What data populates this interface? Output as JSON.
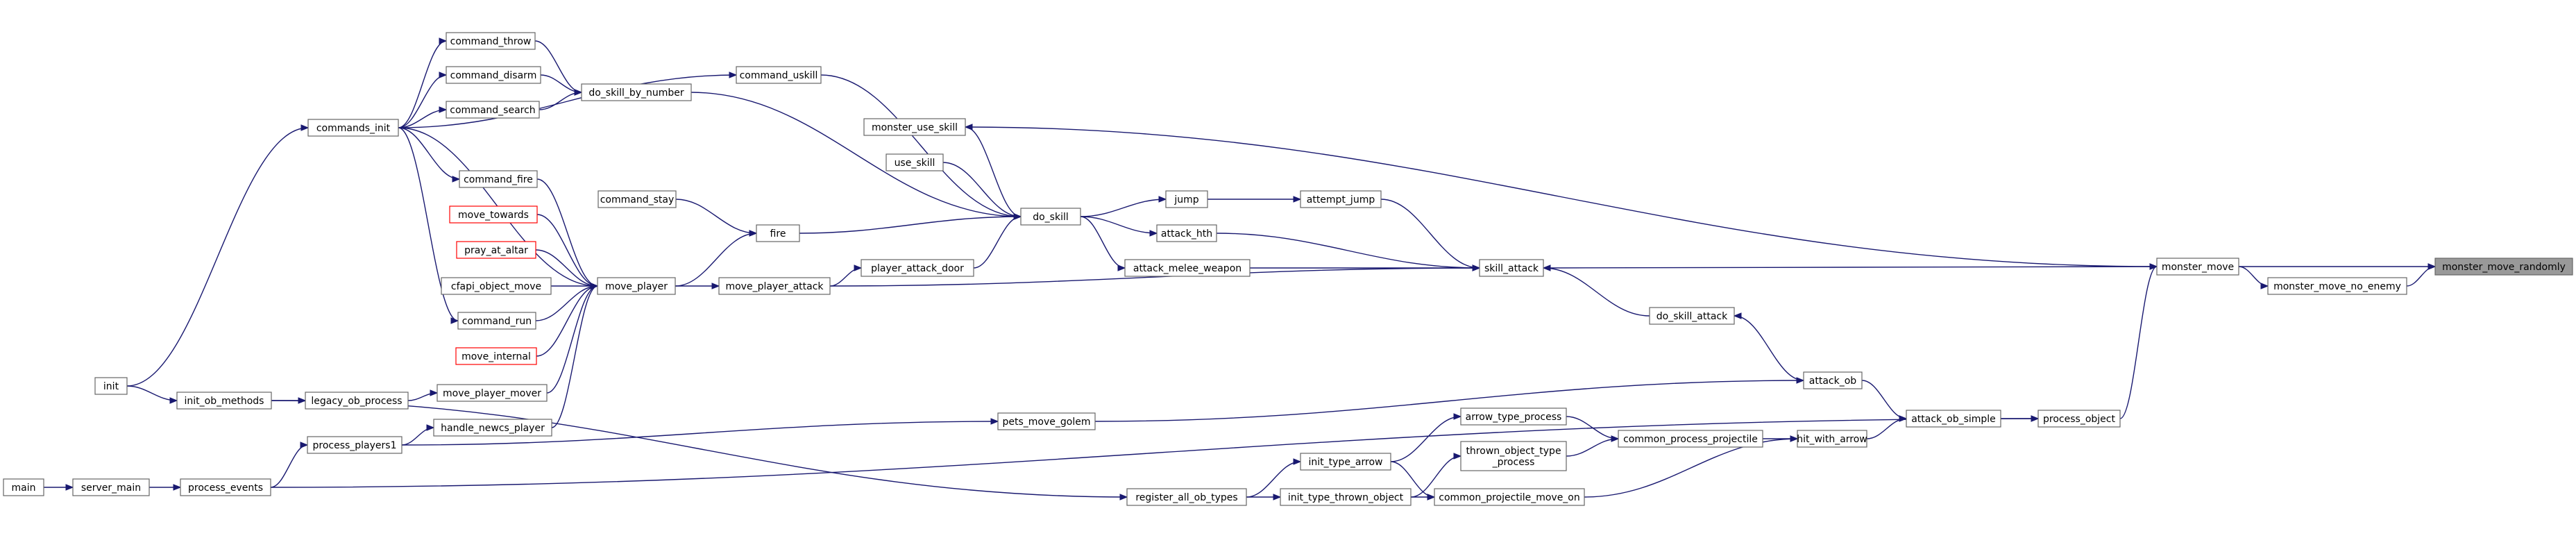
{
  "graph": {
    "title": "",
    "colors": {
      "edge": "#191970",
      "node_border": "#666666",
      "missing_border": "#ff0000",
      "focus_fill": "#999999"
    },
    "nodes": [
      {
        "id": "monster_move_randomly",
        "lines": [
          "monster_move_randomly"
        ],
        "style": "focus"
      },
      {
        "id": "monster_move",
        "lines": [
          "monster_move"
        ]
      },
      {
        "id": "monster_move_no_enemy",
        "lines": [
          "monster_move_no_enemy"
        ]
      },
      {
        "id": "monster_use_skill",
        "lines": [
          "monster_use_skill"
        ]
      },
      {
        "id": "skill_attack",
        "lines": [
          "skill_attack"
        ]
      },
      {
        "id": "process_object",
        "lines": [
          "process_object"
        ]
      },
      {
        "id": "attempt_jump",
        "lines": [
          "attempt_jump"
        ]
      },
      {
        "id": "attack_hth",
        "lines": [
          "attack_hth"
        ]
      },
      {
        "id": "attack_melee_weapon",
        "lines": [
          "attack_melee_weapon"
        ]
      },
      {
        "id": "move_player_attack",
        "lines": [
          "move_player_attack"
        ]
      },
      {
        "id": "do_skill_attack",
        "lines": [
          "do_skill_attack"
        ]
      },
      {
        "id": "attack_ob_simple",
        "lines": [
          "attack_ob_simple"
        ]
      },
      {
        "id": "attack_ob",
        "lines": [
          "attack_ob"
        ]
      },
      {
        "id": "hit_with_arrow",
        "lines": [
          "hit_with_arrow"
        ]
      },
      {
        "id": "pets_move_golem",
        "lines": [
          "pets_move_golem"
        ]
      },
      {
        "id": "common_process_projectile",
        "lines": [
          "common_process_projectile"
        ]
      },
      {
        "id": "common_projectile_move_on",
        "lines": [
          "common_projectile_move_on"
        ]
      },
      {
        "id": "arrow_type_process",
        "lines": [
          "arrow_type_process"
        ]
      },
      {
        "id": "thrown_object_type_process",
        "lines": [
          "thrown_object_type",
          "_process"
        ]
      },
      {
        "id": "init_type_arrow",
        "lines": [
          "init_type_arrow"
        ]
      },
      {
        "id": "init_type_thrown_object",
        "lines": [
          "init_type_thrown_object"
        ]
      },
      {
        "id": "register_all_ob_types",
        "lines": [
          "register_all_ob_types"
        ]
      },
      {
        "id": "jump",
        "lines": [
          "jump"
        ]
      },
      {
        "id": "do_skill",
        "lines": [
          "do_skill"
        ]
      },
      {
        "id": "command_uskill",
        "lines": [
          "command_uskill"
        ]
      },
      {
        "id": "use_skill",
        "lines": [
          "use_skill"
        ]
      },
      {
        "id": "do_skill_by_number",
        "lines": [
          "do_skill_by_number"
        ]
      },
      {
        "id": "fire",
        "lines": [
          "fire"
        ]
      },
      {
        "id": "player_attack_door",
        "lines": [
          "player_attack_door"
        ]
      },
      {
        "id": "move_player",
        "lines": [
          "move_player"
        ]
      },
      {
        "id": "command_throw",
        "lines": [
          "command_throw"
        ]
      },
      {
        "id": "command_disarm",
        "lines": [
          "command_disarm"
        ]
      },
      {
        "id": "command_search",
        "lines": [
          "command_search"
        ]
      },
      {
        "id": "command_stay",
        "lines": [
          "command_stay"
        ]
      },
      {
        "id": "command_fire",
        "lines": [
          "command_fire"
        ]
      },
      {
        "id": "move_towards",
        "lines": [
          "move_towards"
        ],
        "style": "missing"
      },
      {
        "id": "pray_at_altar",
        "lines": [
          "pray_at_altar"
        ],
        "style": "missing"
      },
      {
        "id": "cfapi_object_move",
        "lines": [
          "cfapi_object_move"
        ]
      },
      {
        "id": "command_run",
        "lines": [
          "command_run"
        ]
      },
      {
        "id": "move_internal",
        "lines": [
          "move_internal"
        ],
        "style": "missing"
      },
      {
        "id": "move_player_mover",
        "lines": [
          "move_player_mover"
        ]
      },
      {
        "id": "handle_newcs_player",
        "lines": [
          "handle_newcs_player"
        ]
      },
      {
        "id": "commands_init",
        "lines": [
          "commands_init"
        ]
      },
      {
        "id": "init",
        "lines": [
          "init"
        ]
      },
      {
        "id": "init_ob_methods",
        "lines": [
          "init_ob_methods"
        ]
      },
      {
        "id": "legacy_ob_process",
        "lines": [
          "legacy_ob_process"
        ]
      },
      {
        "id": "process_players1",
        "lines": [
          "process_players1"
        ]
      },
      {
        "id": "process_events",
        "lines": [
          "process_events"
        ]
      },
      {
        "id": "server_main",
        "lines": [
          "server_main"
        ]
      },
      {
        "id": "main",
        "lines": [
          "main"
        ]
      }
    ],
    "edges": [
      {
        "from": "monster_move_randomly",
        "to": "monster_move"
      },
      {
        "from": "monster_move_randomly",
        "to": "monster_move_no_enemy"
      },
      {
        "from": "monster_move_no_enemy",
        "to": "monster_move"
      },
      {
        "from": "monster_move",
        "to": "monster_use_skill"
      },
      {
        "from": "monster_move",
        "to": "skill_attack"
      },
      {
        "from": "monster_move",
        "to": "process_object"
      },
      {
        "from": "skill_attack",
        "to": "attempt_jump"
      },
      {
        "from": "skill_attack",
        "to": "attack_hth"
      },
      {
        "from": "skill_attack",
        "to": "attack_melee_weapon"
      },
      {
        "from": "skill_attack",
        "to": "move_player_attack"
      },
      {
        "from": "skill_attack",
        "to": "do_skill_attack"
      },
      {
        "from": "process_object",
        "to": "attack_ob_simple"
      },
      {
        "from": "process_object",
        "to": "process_events"
      },
      {
        "from": "do_skill_attack",
        "to": "attack_ob"
      },
      {
        "from": "attack_ob_simple",
        "to": "attack_ob"
      },
      {
        "from": "attack_ob_simple",
        "to": "hit_with_arrow"
      },
      {
        "from": "attack_ob",
        "to": "pets_move_golem"
      },
      {
        "from": "hit_with_arrow",
        "to": "common_process_projectile"
      },
      {
        "from": "hit_with_arrow",
        "to": "common_projectile_move_on"
      },
      {
        "from": "common_process_projectile",
        "to": "arrow_type_process"
      },
      {
        "from": "common_process_projectile",
        "to": "thrown_object_type_process"
      },
      {
        "from": "arrow_type_process",
        "to": "init_type_arrow"
      },
      {
        "from": "thrown_object_type_process",
        "to": "init_type_thrown_object"
      },
      {
        "from": "common_projectile_move_on",
        "to": "init_type_arrow"
      },
      {
        "from": "common_projectile_move_on",
        "to": "init_type_thrown_object"
      },
      {
        "from": "init_type_arrow",
        "to": "register_all_ob_types"
      },
      {
        "from": "init_type_thrown_object",
        "to": "register_all_ob_types"
      },
      {
        "from": "register_all_ob_types",
        "to": "init_ob_methods"
      },
      {
        "from": "pets_move_golem",
        "to": "process_players1"
      },
      {
        "from": "attempt_jump",
        "to": "jump"
      },
      {
        "from": "jump",
        "to": "do_skill"
      },
      {
        "from": "attack_hth",
        "to": "do_skill"
      },
      {
        "from": "attack_melee_weapon",
        "to": "do_skill"
      },
      {
        "from": "monster_use_skill",
        "to": "do_skill"
      },
      {
        "from": "do_skill",
        "to": "command_uskill"
      },
      {
        "from": "do_skill",
        "to": "use_skill"
      },
      {
        "from": "do_skill",
        "to": "do_skill_by_number"
      },
      {
        "from": "do_skill",
        "to": "fire"
      },
      {
        "from": "do_skill",
        "to": "player_attack_door"
      },
      {
        "from": "player_attack_door",
        "to": "move_player_attack"
      },
      {
        "from": "move_player_attack",
        "to": "move_player"
      },
      {
        "from": "fire",
        "to": "command_stay"
      },
      {
        "from": "fire",
        "to": "move_player"
      },
      {
        "from": "do_skill_by_number",
        "to": "command_throw"
      },
      {
        "from": "do_skill_by_number",
        "to": "command_disarm"
      },
      {
        "from": "do_skill_by_number",
        "to": "command_search"
      },
      {
        "from": "command_uskill",
        "to": "commands_init"
      },
      {
        "from": "move_player",
        "to": "command_fire"
      },
      {
        "from": "move_player",
        "to": "move_towards"
      },
      {
        "from": "move_player",
        "to": "pray_at_altar"
      },
      {
        "from": "move_player",
        "to": "cfapi_object_move"
      },
      {
        "from": "move_player",
        "to": "command_run"
      },
      {
        "from": "move_player",
        "to": "move_internal"
      },
      {
        "from": "move_player",
        "to": "move_player_mover"
      },
      {
        "from": "move_player",
        "to": "handle_newcs_player"
      },
      {
        "from": "move_player",
        "to": "commands_init"
      },
      {
        "from": "command_throw",
        "to": "commands_init"
      },
      {
        "from": "command_disarm",
        "to": "commands_init"
      },
      {
        "from": "command_search",
        "to": "commands_init"
      },
      {
        "from": "command_fire",
        "to": "commands_init"
      },
      {
        "from": "command_run",
        "to": "commands_init"
      },
      {
        "from": "commands_init",
        "to": "init"
      },
      {
        "from": "init_ob_methods",
        "to": "init"
      },
      {
        "from": "move_player_mover",
        "to": "legacy_ob_process"
      },
      {
        "from": "legacy_ob_process",
        "to": "init_ob_methods"
      },
      {
        "from": "handle_newcs_player",
        "to": "process_players1"
      },
      {
        "from": "process_players1",
        "to": "process_events"
      },
      {
        "from": "process_events",
        "to": "server_main"
      },
      {
        "from": "server_main",
        "to": "main"
      }
    ]
  }
}
